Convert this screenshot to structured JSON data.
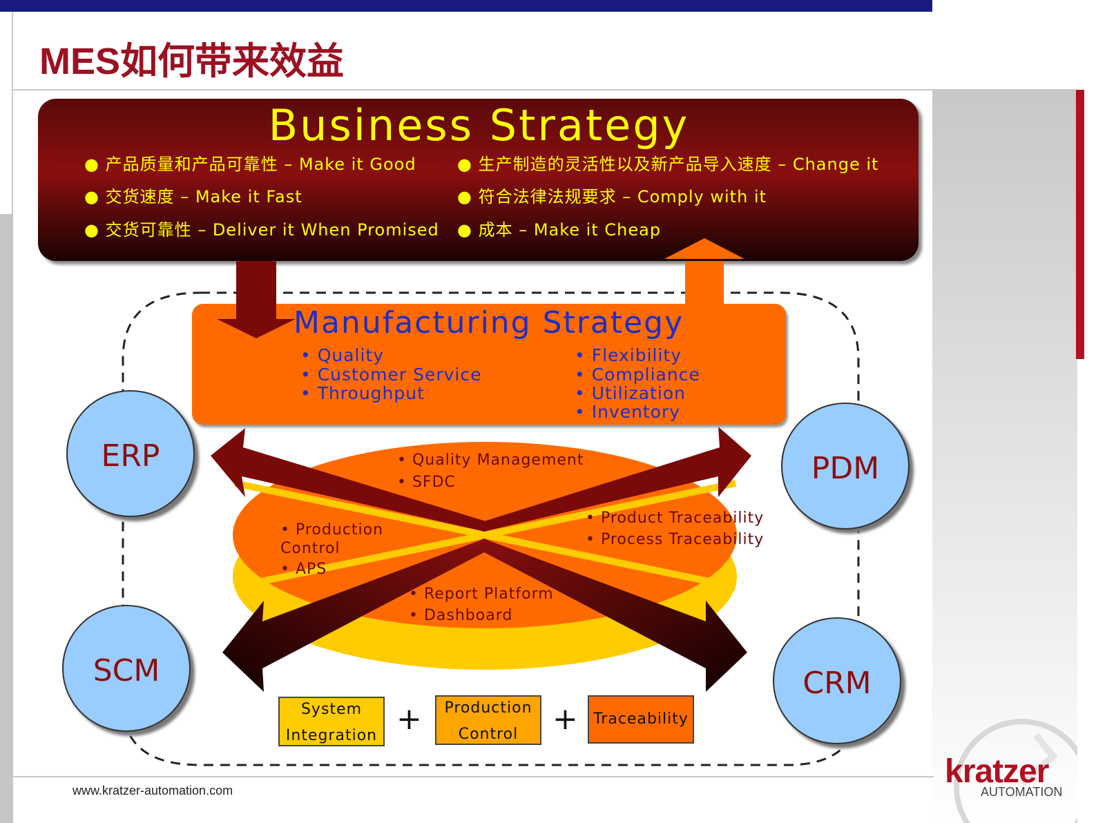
{
  "title": "MES如何带来效益",
  "footer": "www.kratzer-automation.com",
  "logo": {
    "name": "kratzer",
    "sub": "AUTOMATION"
  },
  "business": {
    "title": "Business Strategy",
    "items": [
      "● 产品质量和产品可靠性 – Make it Good",
      "● 生产制造的灵活性以及新产品导入速度 – Change it",
      "● 交货速度 – Make it Fast",
      "● 符合法律法规要求 – Comply with it",
      "● 交货可靠性 – Deliver it When Promised",
      "● 成本 – Make it Cheap"
    ]
  },
  "manufacturing": {
    "title": "Manufacturing Strategy",
    "items": [
      "• Quality",
      "• Customer Service",
      "• Throughput",
      "• Flexibility",
      "• Compliance",
      "• Utilization",
      "• Inventory"
    ]
  },
  "systems": [
    "ERP",
    "PDM",
    "SCM",
    "CRM"
  ],
  "pie": {
    "top": [
      "• Quality Management",
      "• SFDC"
    ],
    "left": [
      "• Production",
      "Control",
      "• APS"
    ],
    "right": [
      "• Product Traceability",
      "• Process Traceability"
    ],
    "bottom": [
      "• Report Platform",
      "• Dashboard"
    ]
  },
  "bottom_boxes": [
    {
      "line1": "System",
      "line2": "Integration"
    },
    {
      "line1": "Production",
      "line2": "Control"
    },
    {
      "line1": "Traceability"
    }
  ],
  "plus": "+",
  "colors": {
    "title_red": "#9b1122",
    "yellow": "#ffff00",
    "orange": "#ff6a00",
    "pie_side": "#ffcc00",
    "blue_text": "#1e2ec8",
    "circle": "#99ccff",
    "dark_red": "#7a0a0a",
    "box1": "#ffcc00",
    "box2": "#ffa500",
    "box3": "#ff6a00"
  }
}
